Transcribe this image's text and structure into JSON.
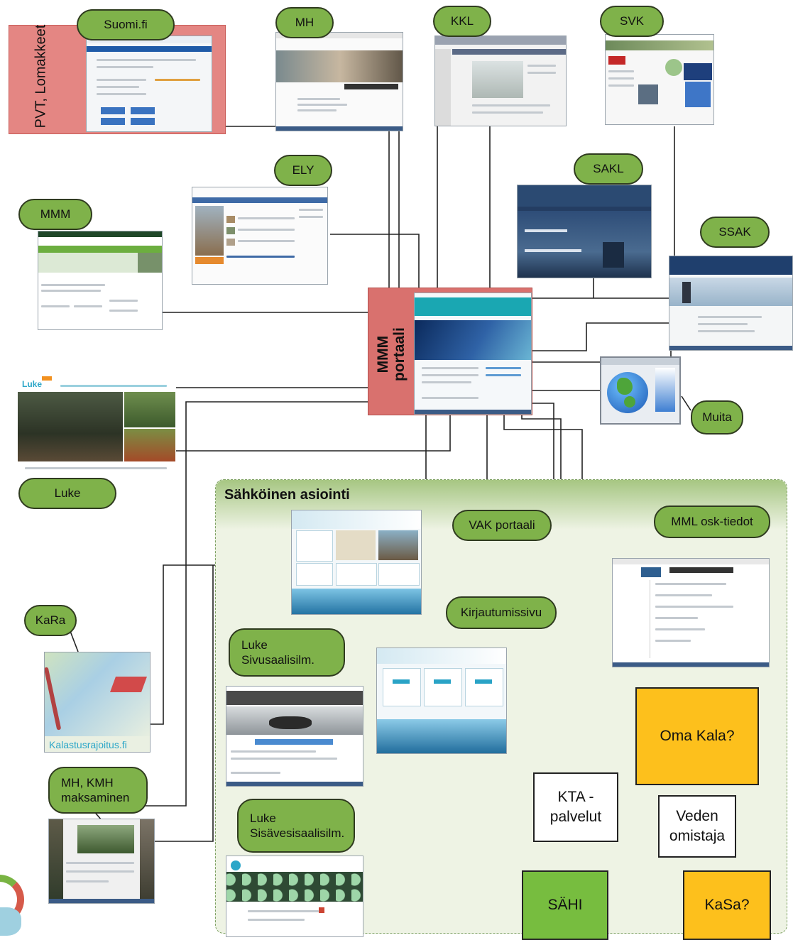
{
  "colors": {
    "bubble_green": "#7fb24a",
    "portal_red": "#d9716e",
    "pvt_red": "#e48683",
    "area_green": "#eef3e4",
    "yellow": "#fdc01c",
    "green_box": "#77bd3f",
    "line": "#222222"
  },
  "portal": {
    "label": "MMM portaali"
  },
  "side": {
    "pvt_label": "PVT, Lomakkeet"
  },
  "area": {
    "title": "Sähköinen asiointi"
  },
  "bubbles": {
    "suomi": "Suomi.fi",
    "mh": "MH",
    "kkl": "KKL",
    "svk": "SVK",
    "ely": "ELY",
    "sakl": "SAKL",
    "mmm": "MMM",
    "ssak": "SSAK",
    "muita": "Muita",
    "luke": "Luke",
    "vak": "VAK portaali",
    "mml": "MML osk-tiedot",
    "kirjautumis": "Kirjautumissivu",
    "kara": "KaRa",
    "luke_sivu": "Luke Sivusaalisilm.",
    "mh_kmh": "MH, KMH maksaminen",
    "luke_sisa": "Luke Sisävesisaalisilm."
  },
  "boxes": {
    "oma_kala": "Oma Kala?",
    "kta": "KTA - palvelut",
    "veden": "Veden omistaja",
    "sahi": "SÄHI",
    "kasa": "KaSa?"
  },
  "screens": {
    "kara_caption": "Kalastusrajoitus.fi",
    "luke_logo": "Luke"
  }
}
